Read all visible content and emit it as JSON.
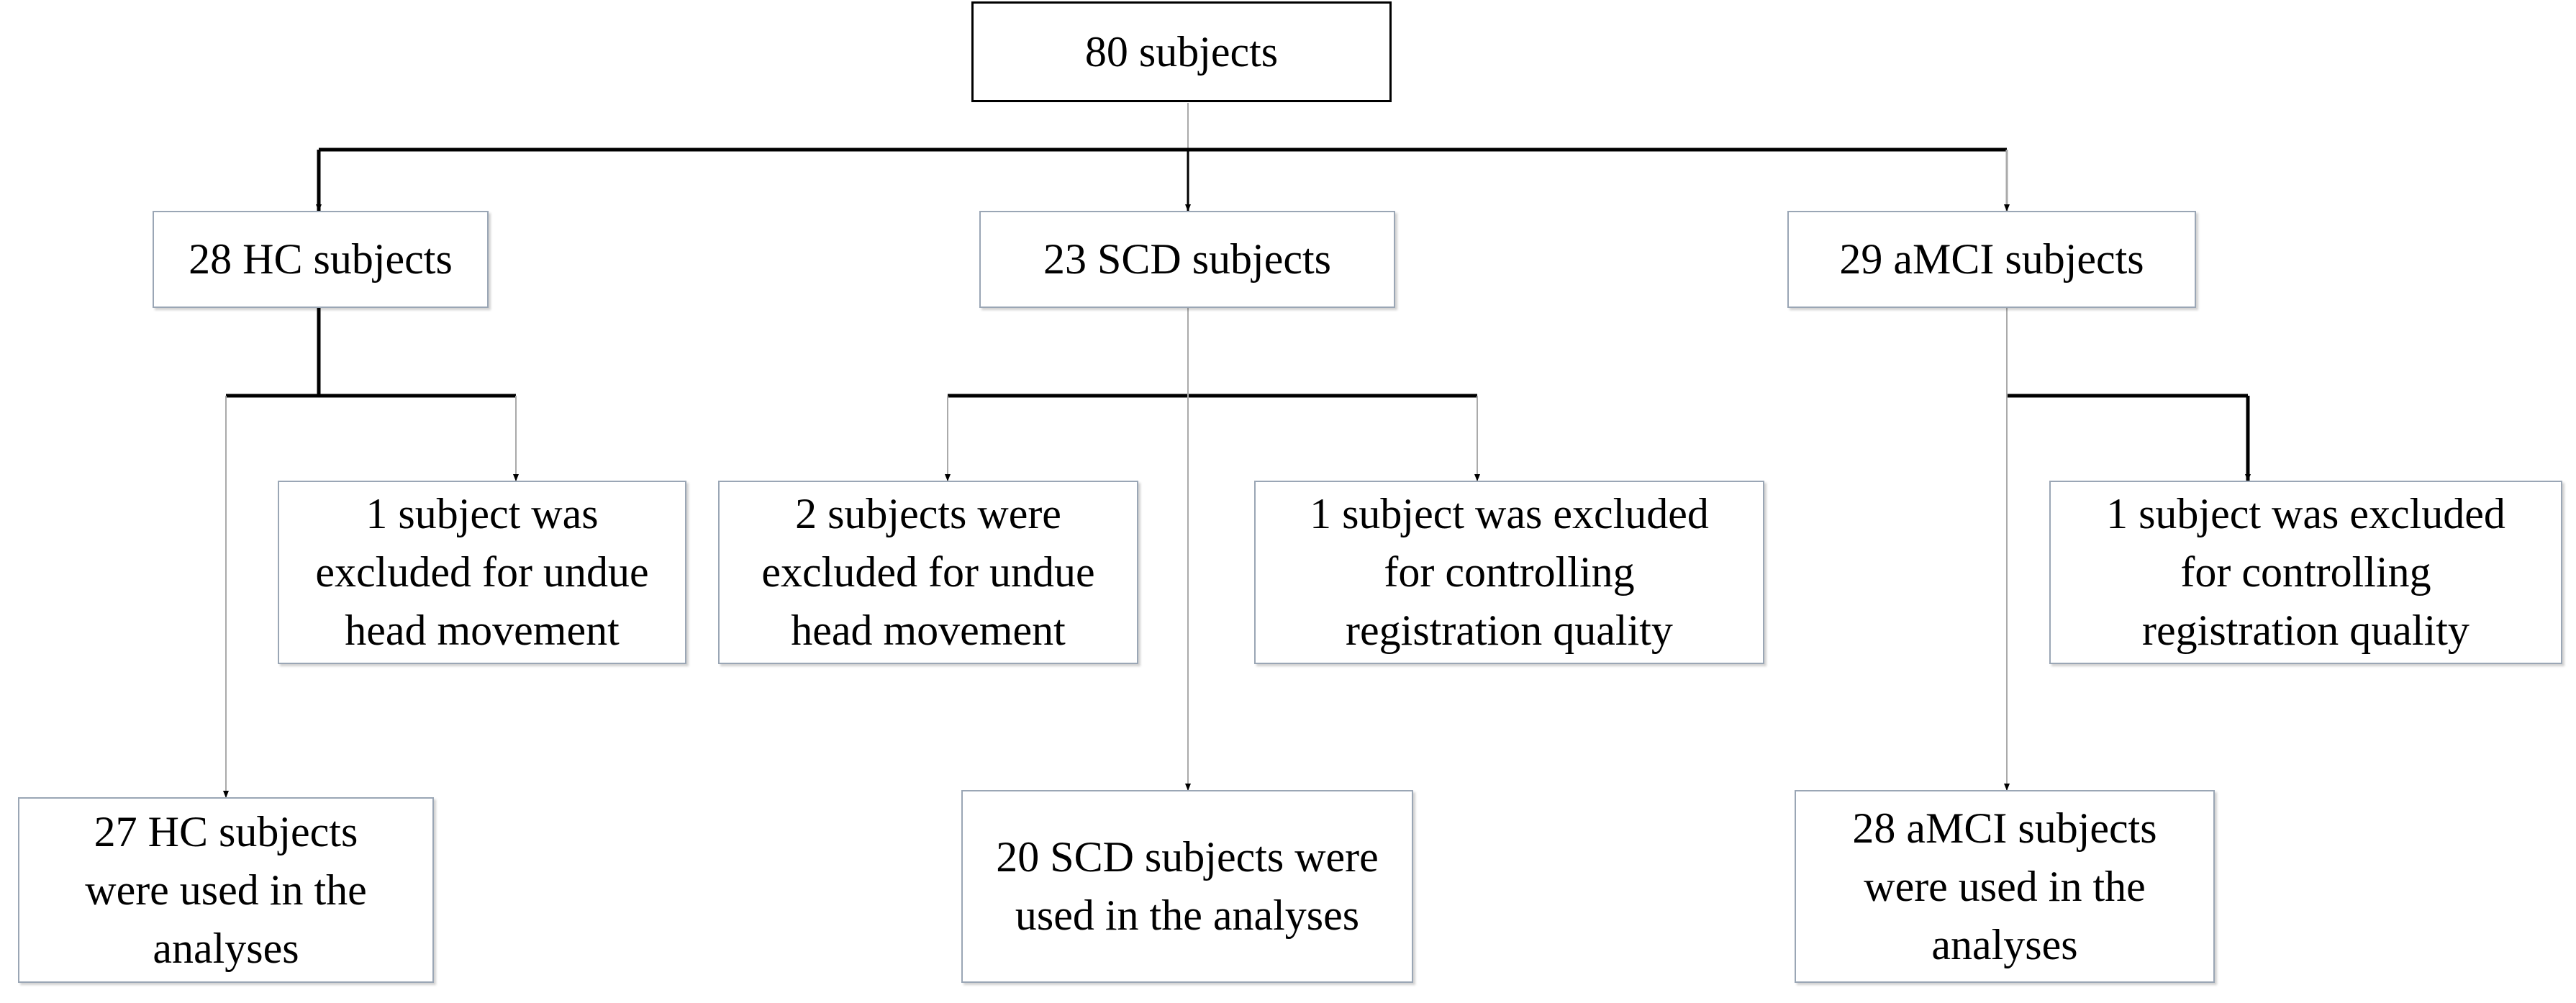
{
  "diagram": {
    "root": {
      "label": "80 subjects"
    },
    "groups": [
      {
        "label": "28 HC subjects",
        "exclusions": [
          "1 subject was\nexcluded for undue\nhead movement"
        ],
        "final": "27 HC subjects\nwere used in the\nanalyses"
      },
      {
        "label": "23 SCD subjects",
        "exclusions": [
          "2 subjects were\nexcluded for undue\nhead movement",
          "1 subject was excluded\nfor controlling\nregistration quality"
        ],
        "final": "20 SCD subjects were\nused in the analyses"
      },
      {
        "label": "29 aMCI subjects",
        "exclusions": [
          "1 subject was excluded\nfor controlling\nregistration quality"
        ],
        "final": "28 aMCI subjects\nwere used in the\nanalyses"
      }
    ]
  }
}
